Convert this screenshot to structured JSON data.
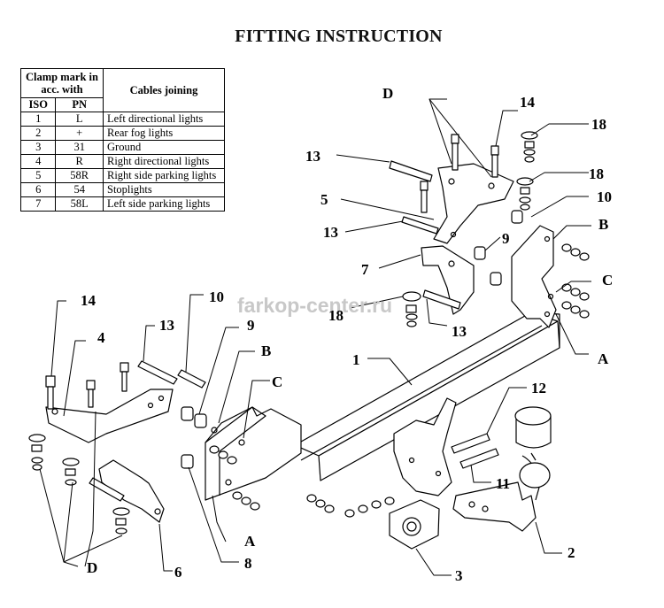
{
  "title": "FITTING INSTRUCTION",
  "table": {
    "header_clamp": "Clamp mark in acc. with",
    "header_iso": "ISO",
    "header_pn": "PN",
    "header_cables": "Cables joining",
    "rows": [
      {
        "iso": "1",
        "pn": "L",
        "desc": "Left directional lights"
      },
      {
        "iso": "2",
        "pn": "+",
        "desc": "Rear fog lights"
      },
      {
        "iso": "3",
        "pn": "31",
        "desc": "Ground"
      },
      {
        "iso": "4",
        "pn": "R",
        "desc": "Right directional lights"
      },
      {
        "iso": "5",
        "pn": "58R",
        "desc": "Right side parking lights"
      },
      {
        "iso": "6",
        "pn": "54",
        "desc": "Stoplights"
      },
      {
        "iso": "7",
        "pn": "58L",
        "desc": "Left side parking lights"
      }
    ]
  },
  "watermark": "farkop-center.ru",
  "labels": {
    "l1": "1",
    "l2": "2",
    "l3": "3",
    "l4": "4",
    "l5": "5",
    "l6": "6",
    "l7": "7",
    "l8": "8",
    "l9a": "9",
    "l9b": "9",
    "l10a": "10",
    "l10b": "10",
    "l11": "11",
    "l12": "12",
    "l13a": "13",
    "l13b": "13",
    "l13c": "13",
    "l13d": "13",
    "l14a": "14",
    "l14b": "14",
    "l18a": "18",
    "l18b": "18",
    "l18c": "18",
    "lA1": "A",
    "lA2": "A",
    "lB1": "B",
    "lB2": "B",
    "lC1": "C",
    "lC2": "C",
    "lD1": "D",
    "lD2": "D"
  }
}
